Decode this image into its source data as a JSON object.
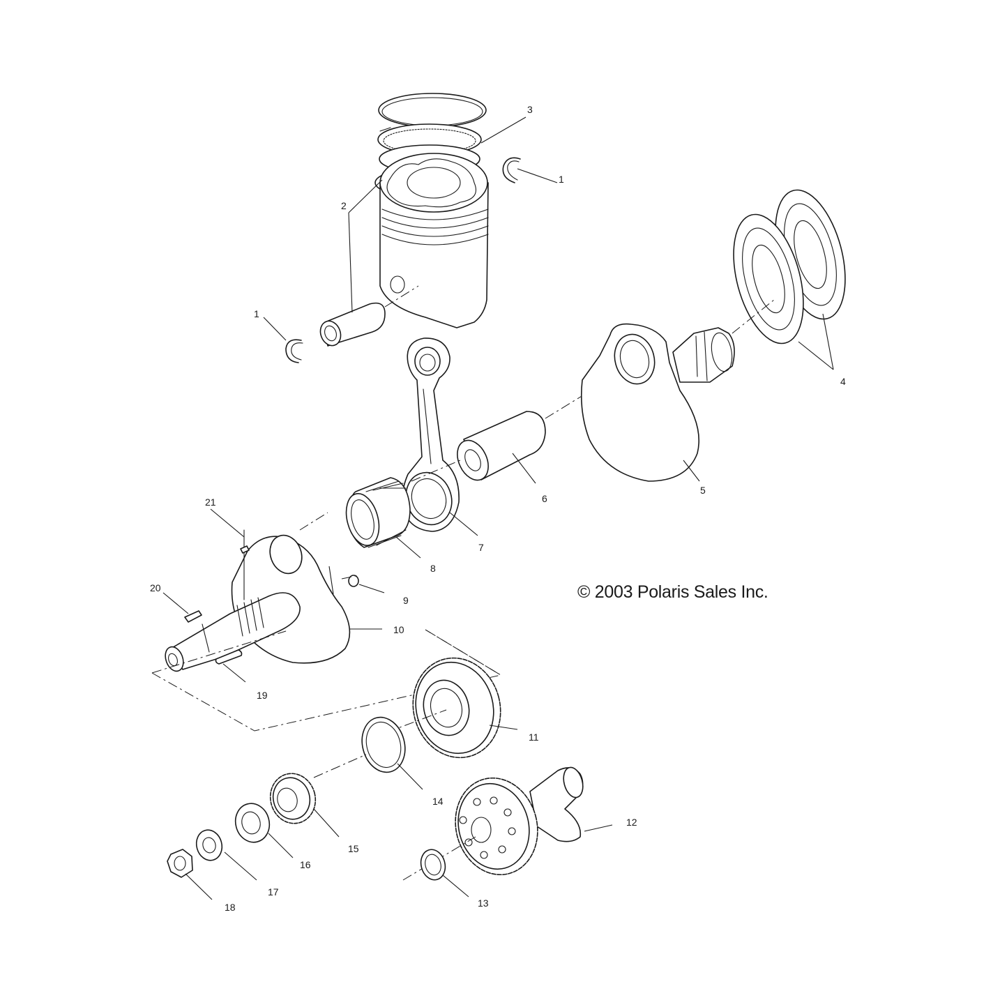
{
  "copyright": "© 2003 Polaris Sales Inc.",
  "callouts": {
    "c1a": "1",
    "c1b": "1",
    "c2": "2",
    "c3": "3",
    "c4": "4",
    "c5": "5",
    "c6": "6",
    "c7": "7",
    "c8": "8",
    "c9": "9",
    "c10": "10",
    "c11": "11",
    "c12": "12",
    "c13": "13",
    "c14": "14",
    "c15": "15",
    "c16": "16",
    "c17": "17",
    "c18": "18",
    "c19": "19",
    "c20": "20",
    "c21": "21"
  }
}
